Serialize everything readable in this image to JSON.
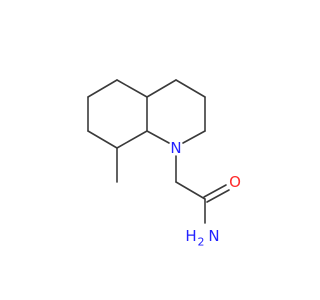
{
  "molecule": {
    "atoms": {
      "ring_n": {
        "label": "N",
        "color": "#2323ff"
      },
      "carbonyl_o": {
        "label": "O",
        "color": "#ff2a2a"
      },
      "amide_n_n": {
        "label": "N",
        "color": "#2323ff"
      },
      "amide_n_h2": {
        "label": "H",
        "color": "#2323ff"
      },
      "amide_n_sub": {
        "label": "2",
        "color": "#2323ff"
      }
    },
    "bond_color": "#3a3a3a"
  }
}
